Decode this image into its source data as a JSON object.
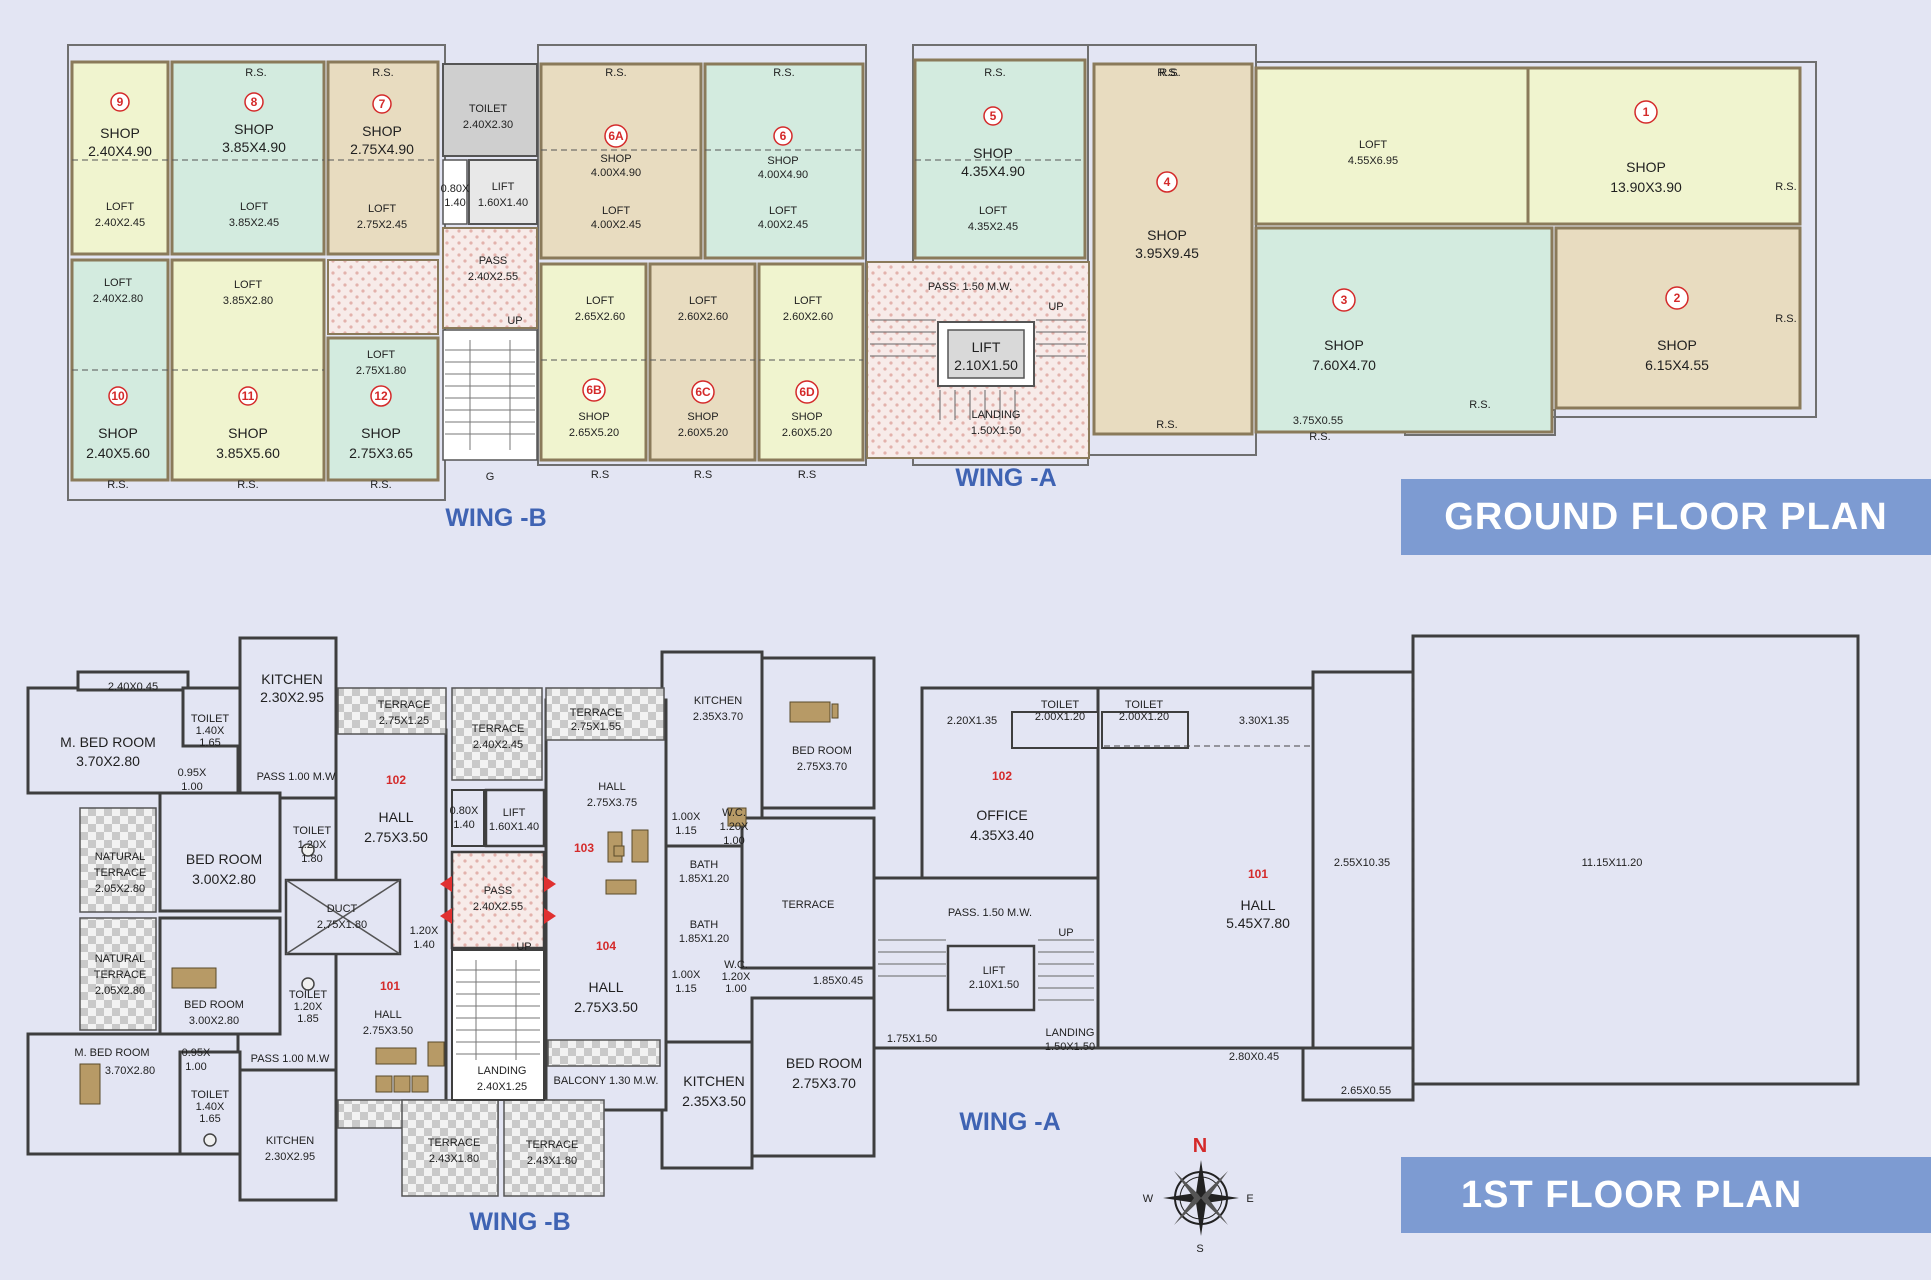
{
  "titles": {
    "ground": "GROUND  FLOOR PLAN",
    "first": "1ST  FLOOR PLAN"
  },
  "wings": {
    "ground_b": "WING -B",
    "ground_a": "WING -A",
    "first_a": "WING -A",
    "first_b": "WING -B"
  },
  "compass": {
    "n": "N",
    "s": "S",
    "e": "E",
    "w": "W"
  },
  "colors": {
    "background": "#e3e5f3",
    "banner": "#7d9bd2",
    "wing_label": "#3f63b3",
    "shop_number": "#d42a2a",
    "shop_yellow": "#f0f4cf",
    "shop_green": "#d3ebdf",
    "shop_tan": "#e8dcc0"
  },
  "ground": {
    "rs": "R.S.",
    "rs_short": "R.S",
    "toilet": {
      "name": "TOILET",
      "dim": "2.40X2.30"
    },
    "lift_b": {
      "name": "LIFT",
      "dim": "1.60X1.40"
    },
    "duct_b": {
      "a": "0.80X",
      "b": "1.40"
    },
    "pass_b": {
      "name": "PASS",
      "dim": "2.40X2.55"
    },
    "up": "UP",
    "g": "G",
    "pass_a": "PASS. 1.50 M.W.",
    "lift_a": {
      "name": "LIFT",
      "dim": "2.10X1.50"
    },
    "landing_a": {
      "name": "LANDING",
      "dim": "1.50X1.50"
    },
    "shop_label": "SHOP",
    "loft_label": "LOFT",
    "s9": {
      "n": "9",
      "dim": "2.40X4.90",
      "loft": "2.40X2.45"
    },
    "s8": {
      "n": "8",
      "dim": "3.85X4.90",
      "loft": "3.85X2.45"
    },
    "s7": {
      "n": "7",
      "dim": "2.75X4.90",
      "loft": "2.75X2.45"
    },
    "s10": {
      "n": "10",
      "dim": "2.40X5.60",
      "loft": "2.40X2.80"
    },
    "s11": {
      "n": "11",
      "dim": "3.85X5.60",
      "loft": "3.85X2.80"
    },
    "s12": {
      "n": "12",
      "dim": "2.75X3.65",
      "loft": "2.75X1.80"
    },
    "s6A": {
      "n": "6A",
      "dim": "4.00X4.90",
      "loft": "4.00X2.45"
    },
    "s6": {
      "n": "6",
      "dim": "4.00X4.90",
      "loft": "4.00X2.45"
    },
    "s6B": {
      "n": "6B",
      "dim": "2.65X5.20",
      "loft": "2.65X2.60"
    },
    "s6C": {
      "n": "6C",
      "dim": "2.60X5.20",
      "loft": "2.60X2.60"
    },
    "s6D": {
      "n": "6D",
      "dim": "2.60X5.20",
      "loft": "2.60X2.60"
    },
    "s5": {
      "n": "5",
      "dim": "4.35X4.90",
      "loft": "4.35X2.45"
    },
    "s4": {
      "n": "4",
      "dim": "3.95X9.45"
    },
    "s1": {
      "n": "1",
      "dim": "13.90X3.90",
      "loft": "4.55X6.95"
    },
    "s3": {
      "n": "3",
      "dim": "7.60X4.70"
    },
    "s2": {
      "n": "2",
      "dim": "6.15X4.55"
    },
    "step": "3.75X0.55"
  },
  "first": {
    "b_top": {
      "mbed": {
        "name": "M. BED ROOM",
        "dim": "3.70X2.80"
      },
      "balc": "2.40X0.45",
      "toilet": {
        "name": "TOILET",
        "a": "1.40X",
        "b": "1.65"
      },
      "kitchen": {
        "name": "KITCHEN",
        "dim": "2.30X2.95"
      },
      "terrace1": {
        "name": "TERRACE",
        "dim": "2.75X1.25"
      },
      "pass": "PASS 1.00 M.W",
      "duct1": {
        "a": "0.95X",
        "b": "1.00"
      },
      "flat": "102",
      "hall": {
        "name": "HALL",
        "dim": "2.75X3.50"
      },
      "bed": {
        "name": "BED ROOM",
        "dim": "3.00X2.80"
      },
      "toilet2": {
        "name": "TOILET",
        "a": "1.20X",
        "b": "1.80"
      },
      "nat": {
        "a": "NATURAL",
        "b": "TERRACE",
        "dim": "2.05X2.80"
      }
    },
    "core": {
      "terrace": {
        "name": "TERRACE",
        "dim": "2.40X2.45"
      },
      "duct": {
        "a": "0.80X",
        "b": "1.40"
      },
      "lift": {
        "name": "LIFT",
        "dim": "1.60X1.40"
      },
      "pass": {
        "name": "PASS",
        "dim": "2.40X2.55"
      },
      "duct2": {
        "name": "DUCT",
        "dim": "2.75X1.80"
      },
      "duct3": {
        "a": "1.20X",
        "b": "1.40"
      },
      "up": "UP",
      "landing": {
        "name": "LANDING",
        "dim": "2.40X1.25"
      }
    },
    "f103": {
      "terrace": {
        "name": "TERRACE",
        "dim": "2.75X1.55"
      },
      "hall": {
        "name": "HALL",
        "dim": "2.75X3.75"
      },
      "flat": "103",
      "kitchen": {
        "name": "KITCHEN",
        "dim": "2.35X3.70"
      },
      "bed": {
        "name": "BED ROOM",
        "dim": "2.75X3.70"
      },
      "wc": {
        "name": "W.C.",
        "a": "1.20X",
        "b": "1.00"
      },
      "duct": {
        "a": "1.00X",
        "b": "1.15"
      },
      "bath": {
        "name": "BATH",
        "dim": "1.85X1.20"
      },
      "terrace2": "TERRACE"
    },
    "f104": {
      "flat": "104",
      "hall": {
        "name": "HALL",
        "dim": "2.75X3.50"
      },
      "bath": {
        "name": "BATH",
        "dim": "1.85X1.20"
      },
      "duct": {
        "a": "1.00X",
        "b": "1.15"
      },
      "wc": {
        "name": "W.C.",
        "a": "1.20X",
        "b": "1.00"
      },
      "balc": "1.85X0.45",
      "balcony": "BALCONY 1.30 M.W.",
      "kitchen": {
        "name": "KITCHEN",
        "dim": "2.35X3.50"
      },
      "bed": {
        "name": "BED ROOM",
        "dim": "2.75X3.70"
      }
    },
    "f101b": {
      "nat": {
        "a": "NATURAL",
        "b": "TERRACE",
        "dim": "2.05X2.80"
      },
      "bed": {
        "name": "BED ROOM",
        "dim": "3.00X2.80"
      },
      "toilet": {
        "name": "TOILET",
        "a": "1.20X",
        "b": "1.85"
      },
      "flat": "101",
      "hall": {
        "name": "HALL",
        "dim": "2.75X3.50"
      },
      "mbed": {
        "name": "M. BED ROOM",
        "dim": "3.70X2.80"
      },
      "duct": {
        "a": "0.95X",
        "b": "1.00"
      },
      "pass": "PASS 1.00 M.W",
      "toilet2": {
        "name": "TOILET",
        "a": "1.40X",
        "b": "1.65"
      },
      "kitchen": {
        "name": "KITCHEN",
        "dim": "2.30X2.95"
      },
      "terrace1": {
        "name": "TERRACE",
        "dim": "2.43X1.80"
      },
      "terrace2": {
        "name": "TERRACE",
        "dim": "2.43X1.80"
      }
    },
    "wa": {
      "room1": "2.20X1.35",
      "toilet1": {
        "name": "TOILET",
        "dim": "2.00X1.20"
      },
      "toilet2": {
        "name": "TOILET",
        "dim": "2.00X1.20"
      },
      "room2": "3.30X1.35",
      "flat102": "102",
      "office": {
        "name": "OFFICE",
        "dim": "4.35X3.40"
      },
      "flat101": "101",
      "hall": {
        "name": "HALL",
        "dim": "5.45X7.80"
      },
      "pass": "PASS. 1.50 M.W.",
      "up": "UP",
      "lift": {
        "name": "LIFT",
        "dim": "2.10X1.50"
      },
      "landing": {
        "name": "LANDING",
        "dim": "1.50X1.50"
      },
      "step": "1.75X1.50",
      "a": "2.55X10.35",
      "b": "11.15X11.20",
      "c": "2.80X0.45",
      "d": "2.65X0.55"
    }
  }
}
